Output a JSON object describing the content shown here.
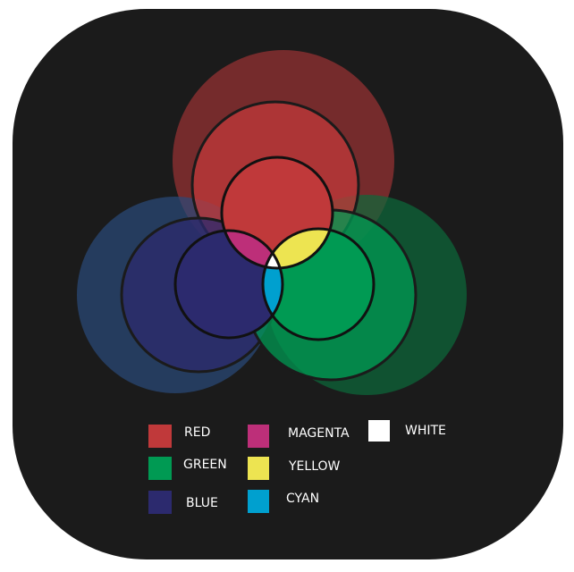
{
  "legend": [
    {
      "label": "RED",
      "color": "#c0393a"
    },
    {
      "label": "GREEN",
      "color": "#009a53"
    },
    {
      "label": "BLUE",
      "color": "#2c2a6e"
    },
    {
      "label": "MAGENTA",
      "color": "#bd2f79"
    },
    {
      "label": "YELLOW",
      "color": "#ede451"
    },
    {
      "label": "CYAN",
      "color": "#00a0cf"
    },
    {
      "label": "WHITE",
      "color": "#ffffff"
    }
  ]
}
